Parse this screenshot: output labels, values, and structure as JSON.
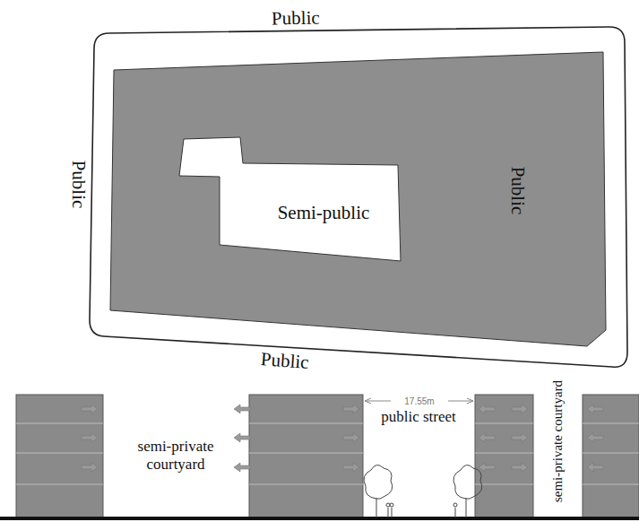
{
  "diagram": {
    "nodes": [
      {
        "text": [
          "Semi-public"
        ]
      },
      {
        "text": [
          "semi-private courtyard"
        ]
      },
      {
        "text": [
          "public street"
        ]
      },
      {
        "text": [
          "semi-private courtyard"
        ]
      }
    ],
    "labels": [
      "Public",
      "Public",
      "Public",
      "Public",
      "17.55m"
    ]
  }
}
